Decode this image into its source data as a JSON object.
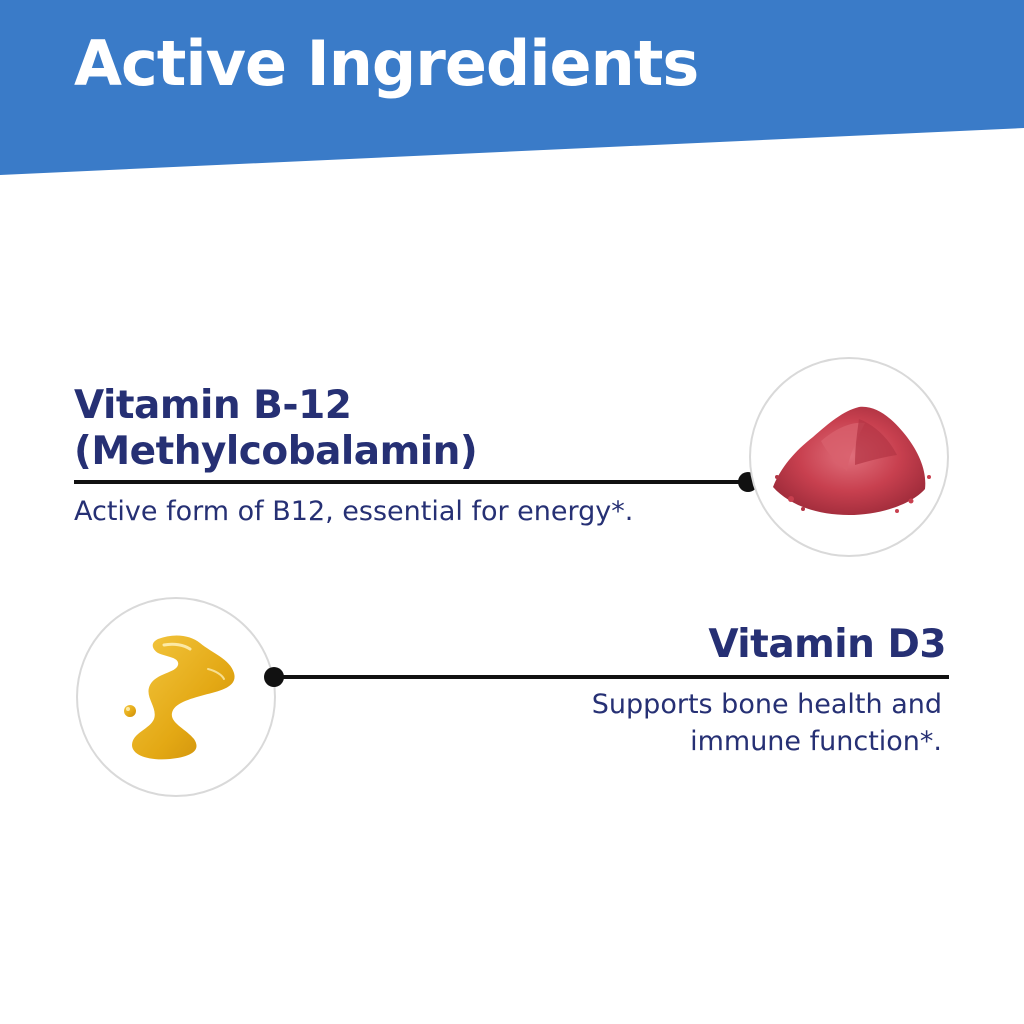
{
  "header": {
    "title": "Active Ingredients",
    "band_color": "#3a7bc8"
  },
  "ingredients": [
    {
      "title_line1": "Vitamin B-12",
      "title_line2": "(Methylcobalamin)",
      "description": "Active form of B12, essential for energy*.",
      "image": "red-powder-icon"
    },
    {
      "title_line1": "Vitamin D3",
      "description_line1": "Supports bone health and",
      "description_line2": "immune function*.",
      "image": "oil-droplet-icon"
    }
  ],
  "colors": {
    "text": "#263074",
    "connector": "#111111",
    "powder": "#c8404f",
    "oil": "#e3a814"
  }
}
